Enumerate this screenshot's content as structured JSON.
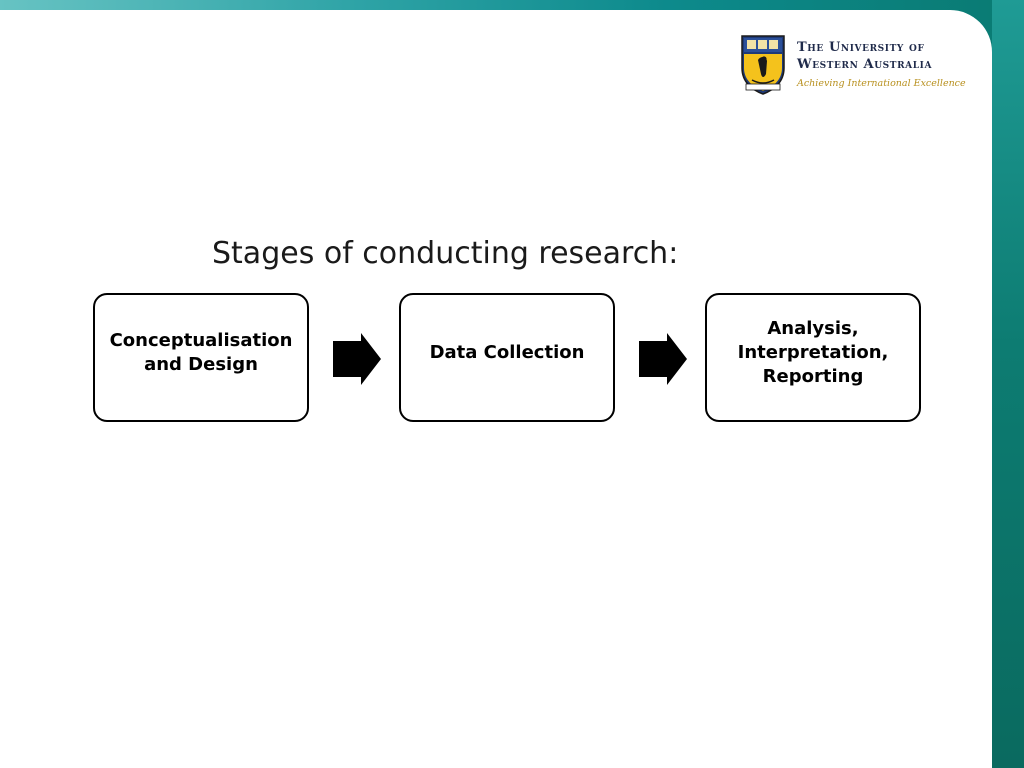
{
  "logo": {
    "line1": "The University of",
    "line2": "Western Australia",
    "tagline": "Achieving International Excellence",
    "crest_icon": "university-crest-icon"
  },
  "heading": "Stages of conducting research:",
  "stages": [
    {
      "label": "Conceptualisation and Design"
    },
    {
      "label": "Data Collection"
    },
    {
      "label": "Analysis, Interpretation, Reporting"
    }
  ],
  "arrows": [
    "right-arrow-icon",
    "right-arrow-icon"
  ],
  "colors": {
    "accent_teal": "#0d8a8c",
    "box_border": "#000000",
    "tagline_gold": "#b8901e",
    "logo_navy": "#1f2a4a"
  }
}
